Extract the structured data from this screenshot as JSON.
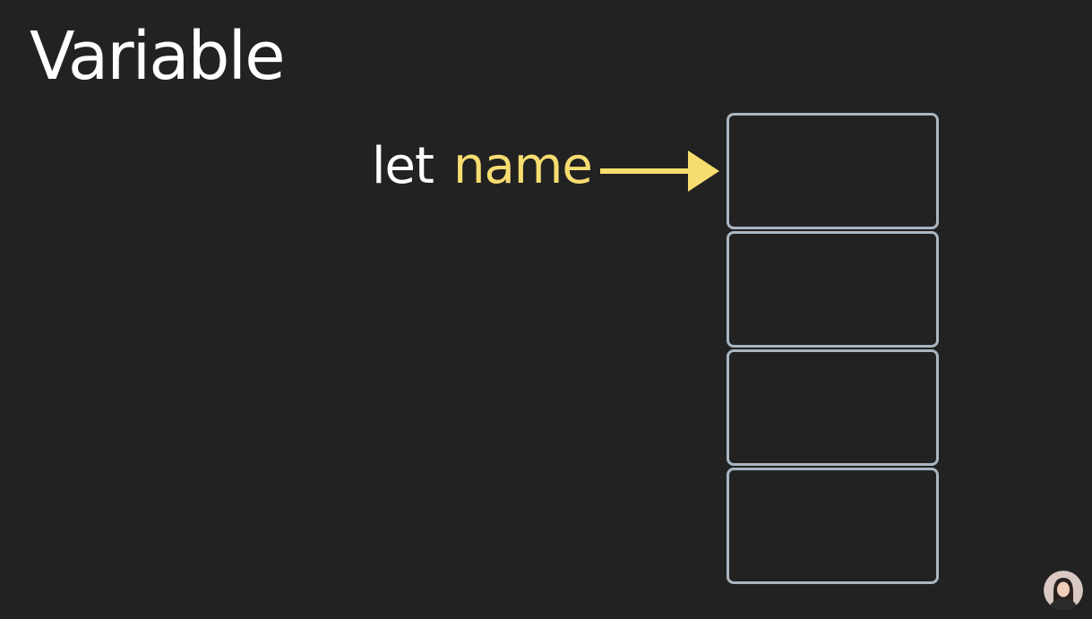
{
  "slide": {
    "title": "Variable"
  },
  "code": {
    "keyword": "let",
    "identifier": "name"
  },
  "memory": {
    "cell_count": 4
  },
  "colors": {
    "background": "#222222",
    "title": "#ffffff",
    "keyword": "#ffffff",
    "identifier": "#f7dc70",
    "arrow": "#f7dc70",
    "cell_border": "#a9b6c2"
  },
  "icons": {
    "arrow": "right-arrow-icon",
    "presenter": "presenter-avatar"
  }
}
